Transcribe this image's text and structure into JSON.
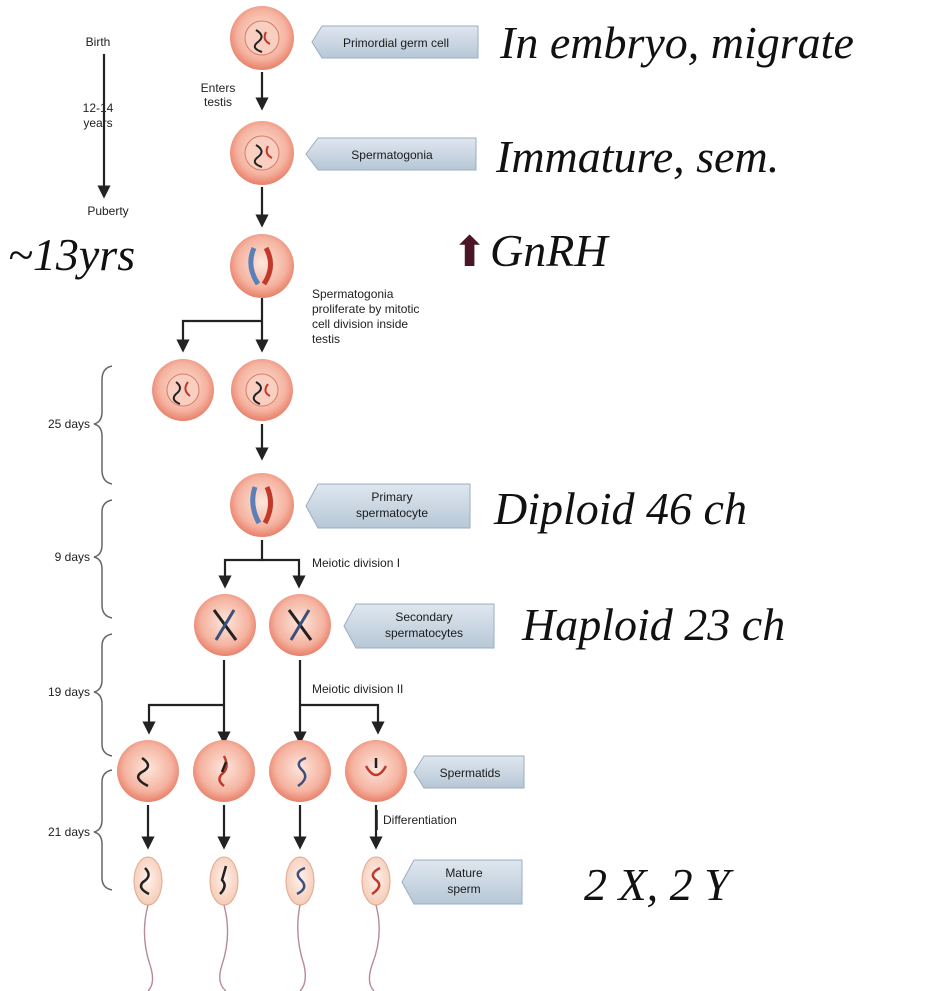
{
  "timeline": {
    "birth": "Birth",
    "interval": [
      "12-14",
      "years"
    ],
    "puberty": "Puberty",
    "age": "~13yrs"
  },
  "stage_labels": {
    "primordial": "Primordial germ cell",
    "spermatogonia": "Spermatogonia",
    "primary": [
      "Primary",
      "spermatocyte"
    ],
    "secondary": [
      "Secondary",
      "spermatocytes"
    ],
    "spermatids": "Spermatids",
    "mature": [
      "Mature",
      "sperm"
    ]
  },
  "process_text": {
    "enters": [
      "Enters",
      "testis"
    ],
    "proliferate": [
      "Spermatogonia",
      "proliferate by mitotic",
      "cell division inside",
      "testis"
    ],
    "meiotic1": "Meiotic division I",
    "meiotic2": "Meiotic division II",
    "differentiation": "Differentiation"
  },
  "durations": [
    "25 days",
    "9 days",
    "19 days",
    "21 days"
  ],
  "annotations": {
    "primordial": "In embryo, migrate",
    "spermatogonia": "Immature, sem.",
    "hormone_arrow": "⬆",
    "hormone": "GnRH",
    "primary": "Diploid 46 ch",
    "secondary": "Haploid 23 ch",
    "mature": "2 X, 2 Y"
  },
  "colors": {
    "cell_fill": "#f3a08c",
    "cell_center": "#fbe3d8",
    "label_box": "#c6d4e0",
    "hormone_arrow": "#4a1526"
  }
}
